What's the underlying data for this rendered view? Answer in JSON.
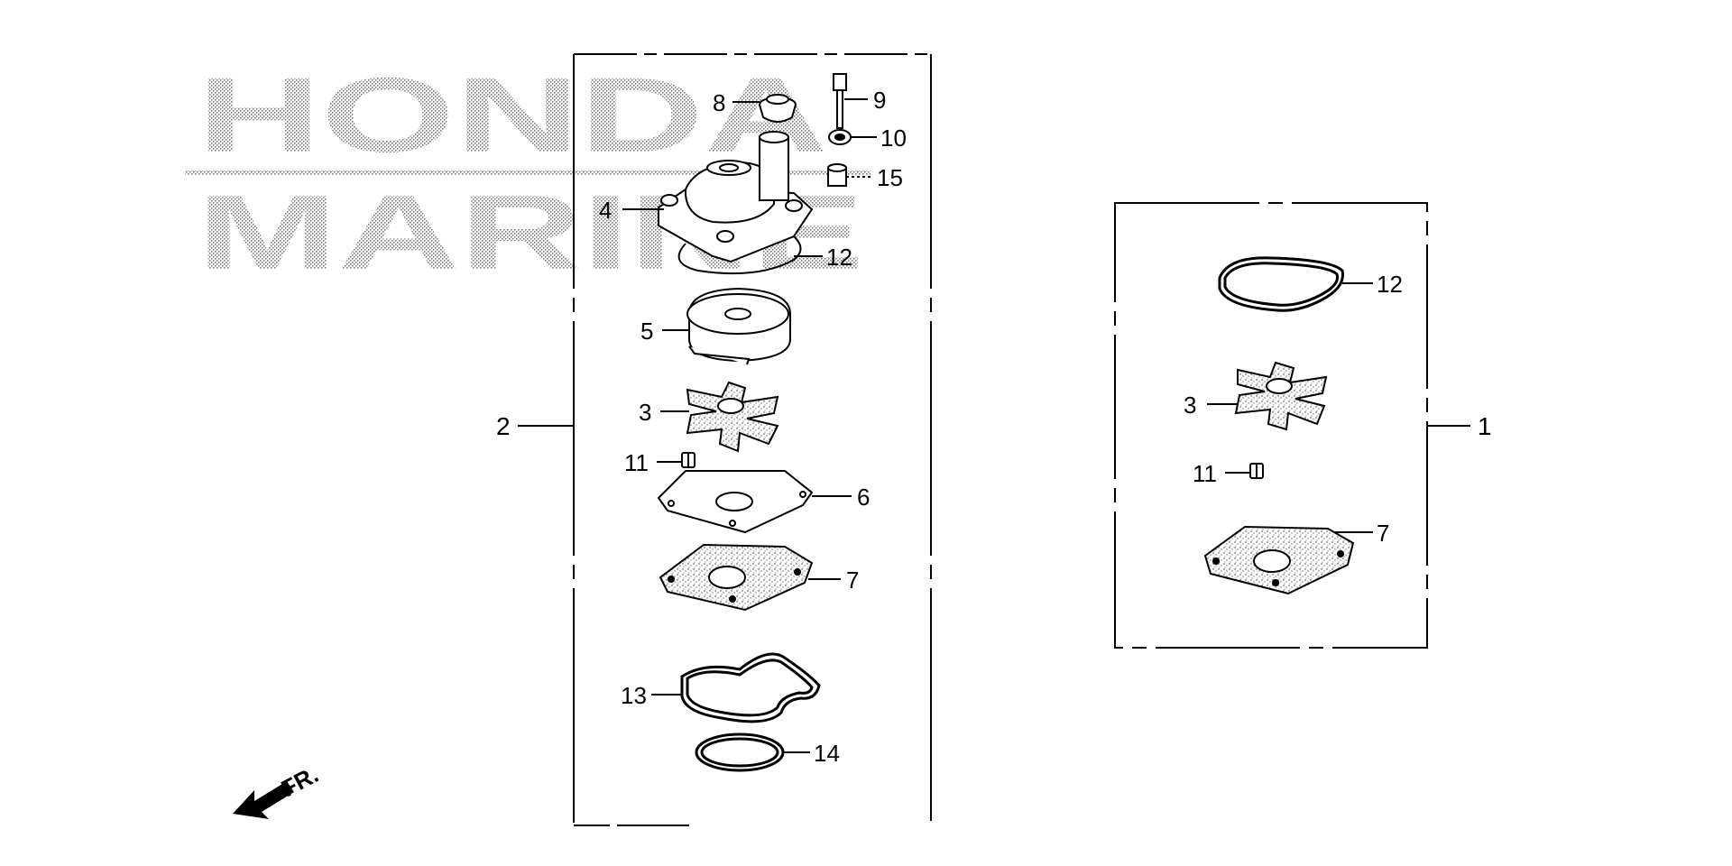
{
  "watermark": {
    "line1": "HONDA",
    "line2": "MARINE"
  },
  "direction_arrow": {
    "label": "FR."
  },
  "assembly_2": {
    "callout": "2",
    "parts": [
      {
        "ref": "8"
      },
      {
        "ref": "9"
      },
      {
        "ref": "10"
      },
      {
        "ref": "15"
      },
      {
        "ref": "4"
      },
      {
        "ref": "12"
      },
      {
        "ref": "5"
      },
      {
        "ref": "3"
      },
      {
        "ref": "11"
      },
      {
        "ref": "6"
      },
      {
        "ref": "7"
      },
      {
        "ref": "13"
      },
      {
        "ref": "14"
      }
    ]
  },
  "kit_1": {
    "callout": "1",
    "parts": [
      {
        "ref": "12"
      },
      {
        "ref": "3"
      },
      {
        "ref": "11"
      },
      {
        "ref": "7"
      }
    ]
  },
  "colors": {
    "line": "#000000",
    "watermark_dot": "#8a8a8a",
    "background": "#ffffff"
  }
}
